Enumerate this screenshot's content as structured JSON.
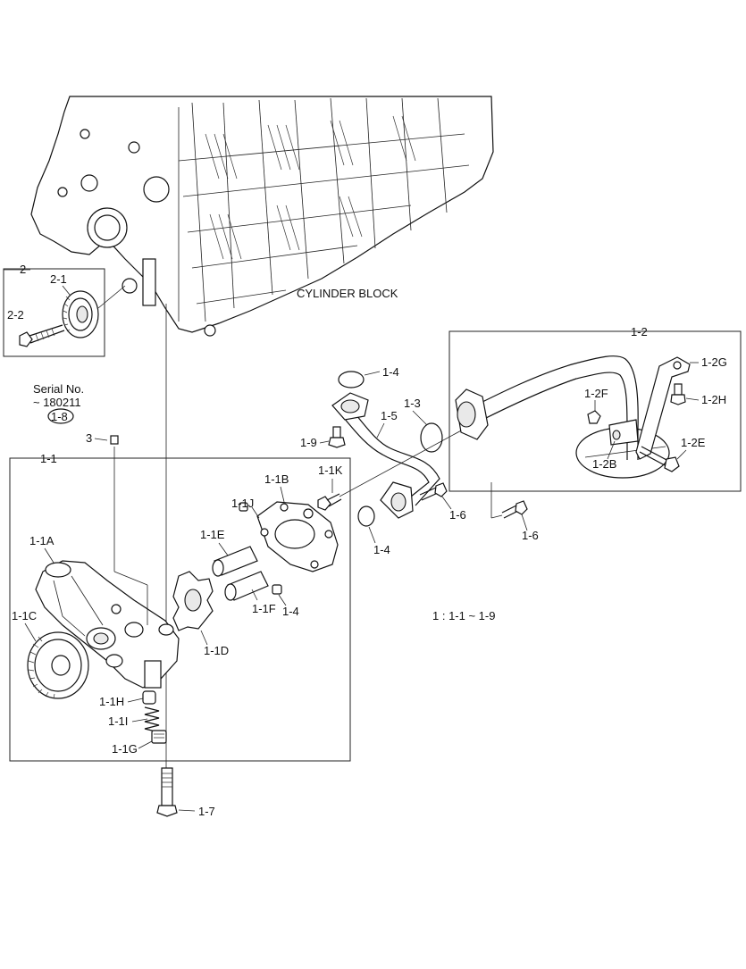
{
  "labels": {
    "cylinder_block": "CYLINDER BLOCK",
    "serial_no": "Serial No.",
    "serial_range": "~ 180211",
    "serial_ref": "1-8",
    "range_note": "1 : 1-1 ~ 1-9",
    "group_2": "2",
    "l_2_1": "2-1",
    "l_2_2": "2-2",
    "l_3": "3",
    "group_1_1": "1-1",
    "l_1_1A": "1-1A",
    "l_1_1B": "1-1B",
    "l_1_1C": "1-1C",
    "l_1_1D": "1-1D",
    "l_1_1E": "1-1E",
    "l_1_1F": "1-1F",
    "l_1_1G": "1-1G",
    "l_1_1H": "1-1H",
    "l_1_1I": "1-1I",
    "l_1_1J": "1-1J",
    "l_1_1K": "1-1K",
    "group_1_2": "1-2",
    "l_1_2B": "1-2B",
    "l_1_2E": "1-2E",
    "l_1_2F": "1-2F",
    "l_1_2G": "1-2G",
    "l_1_2H": "1-2H",
    "l_1_3": "1-3",
    "l_1_4_top": "1-4",
    "l_1_4_mid": "1-4",
    "l_1_4_low": "1-4",
    "l_1_5": "1-5",
    "l_1_6_a": "1-6",
    "l_1_6_b": "1-6",
    "l_1_7": "1-7",
    "l_1_9": "1-9"
  }
}
